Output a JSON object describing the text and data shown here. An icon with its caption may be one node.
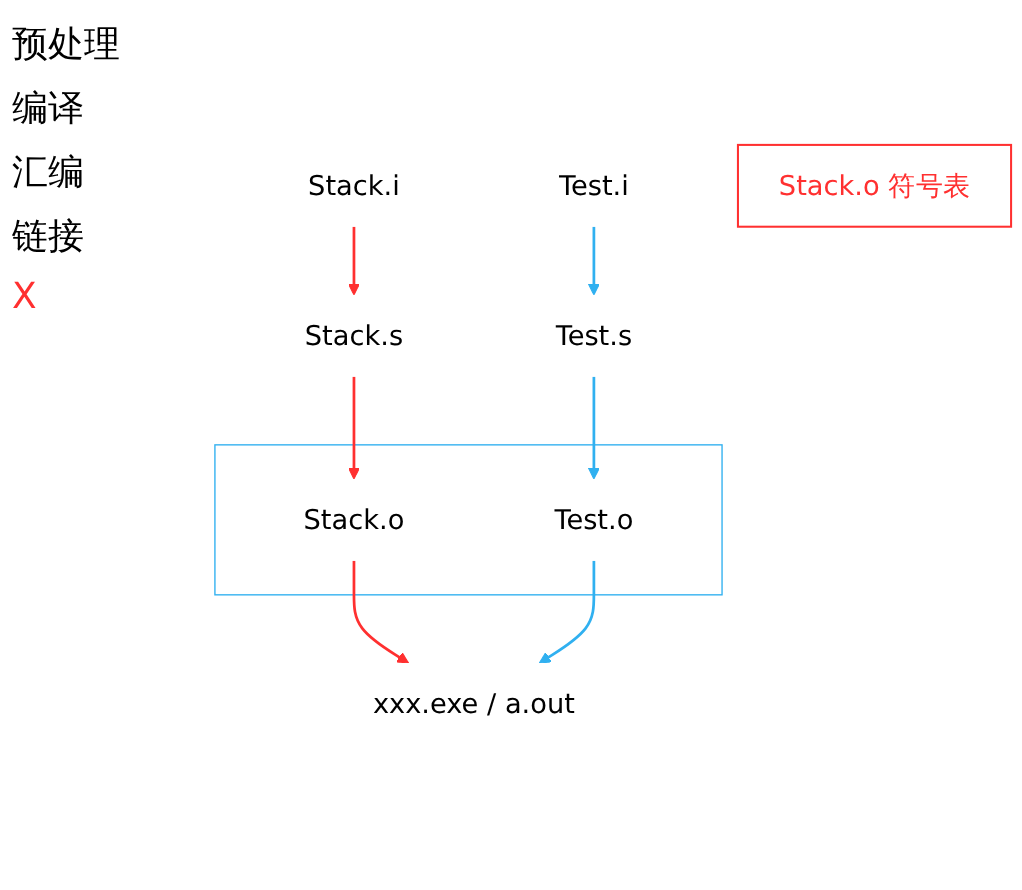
{
  "diagram": {
    "nodes": [
      {
        "text": [
          "Stack.i"
        ]
      },
      {
        "text": [
          "Test.i"
        ]
      },
      {
        "text": [
          "Stack.s"
        ]
      },
      {
        "text": [
          "Test.s"
        ]
      },
      {
        "text": [],
        "shape": "box"
      },
      {
        "text": [
          "Stack.o"
        ],
        "in": 4
      },
      {
        "text": [
          "Test.o"
        ],
        "in": 4
      },
      {
        "text": [
          "xxx.exe /  a.out"
        ]
      },
      {
        "text": [
          "Stack.o 符号表"
        ]
      }
    ],
    "edges": [
      {
        "from": 0,
        "to": 2,
        "arrow": "to",
        "color": "#ff3030"
      },
      {
        "from": 1,
        "to": 3,
        "arrow": "to",
        "color": "#30b0f0"
      },
      {
        "from": 2,
        "to": 5,
        "arrow": "to",
        "color": "#ff3030"
      },
      {
        "from": 3,
        "to": 6,
        "arrow": "to",
        "color": "#30b0f0"
      },
      {
        "from": 5,
        "to": 7,
        "arrow": "to",
        "color": "#ff3030"
      },
      {
        "from": 6,
        "to": 7,
        "arrow": "to",
        "color": "#30b0f0"
      }
    ],
    "labels": [
      "预处理",
      "编译",
      "汇编",
      "链接",
      "X"
    ]
  }
}
